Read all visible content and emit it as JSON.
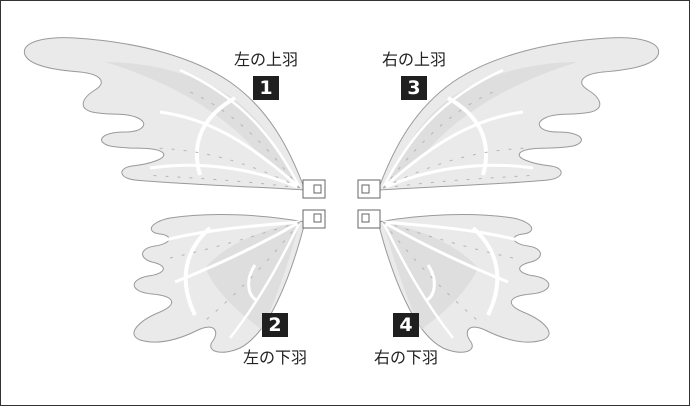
{
  "wings": [
    {
      "id": "upper-left",
      "number": "1",
      "label": "左の上羽"
    },
    {
      "id": "lower-left",
      "number": "2",
      "label": "左の下羽"
    },
    {
      "id": "upper-right",
      "number": "3",
      "label": "右の上羽"
    },
    {
      "id": "lower-right",
      "number": "4",
      "label": "右の下羽"
    }
  ],
  "colors": {
    "wing_fill": "#e9e9e9",
    "wing_inner": "#dcdcdc",
    "wing_stroke": "#9a9a9a",
    "vein": "#ffffff",
    "badge": "#1f1f1f",
    "border": "#333333"
  }
}
